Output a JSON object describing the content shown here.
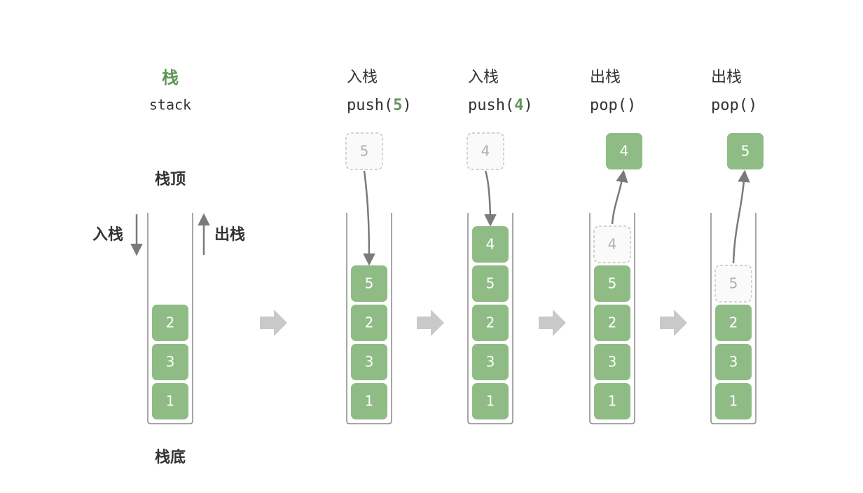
{
  "colors": {
    "green": "#8fbc85",
    "green_text": "#5f9659",
    "ghost_border": "#c4c4c4",
    "ghost_text": "#b0b0b0",
    "wall": "#8a8a8a",
    "arrow": "#7a7a7a",
    "flow_arrow": "#c9c9c9",
    "label": "#333333"
  },
  "legend": {
    "title": "栈",
    "subtitle": "stack",
    "top_label": "栈顶",
    "bottom_label": "栈底",
    "push_label": "入栈",
    "pop_label": "出栈",
    "items": [
      "2",
      "3",
      "1"
    ]
  },
  "steps": [
    {
      "label": "入栈",
      "op_name": "push(",
      "op_arg": "5",
      "op_close": ")",
      "items": [
        "5",
        "2",
        "3",
        "1"
      ],
      "moving": "5",
      "action": "push"
    },
    {
      "label": "入栈",
      "op_name": "push(",
      "op_arg": "4",
      "op_close": ")",
      "items": [
        "4",
        "5",
        "2",
        "3",
        "1"
      ],
      "moving": "4",
      "action": "push"
    },
    {
      "label": "出栈",
      "op_name": "pop()",
      "op_arg": "",
      "op_close": "",
      "items": [
        "4",
        "5",
        "2",
        "3",
        "1"
      ],
      "moving": "4",
      "action": "pop"
    },
    {
      "label": "出栈",
      "op_name": "pop()",
      "op_arg": "",
      "op_close": "",
      "items": [
        "5",
        "2",
        "3",
        "1"
      ],
      "moving": "5",
      "action": "pop"
    }
  ]
}
